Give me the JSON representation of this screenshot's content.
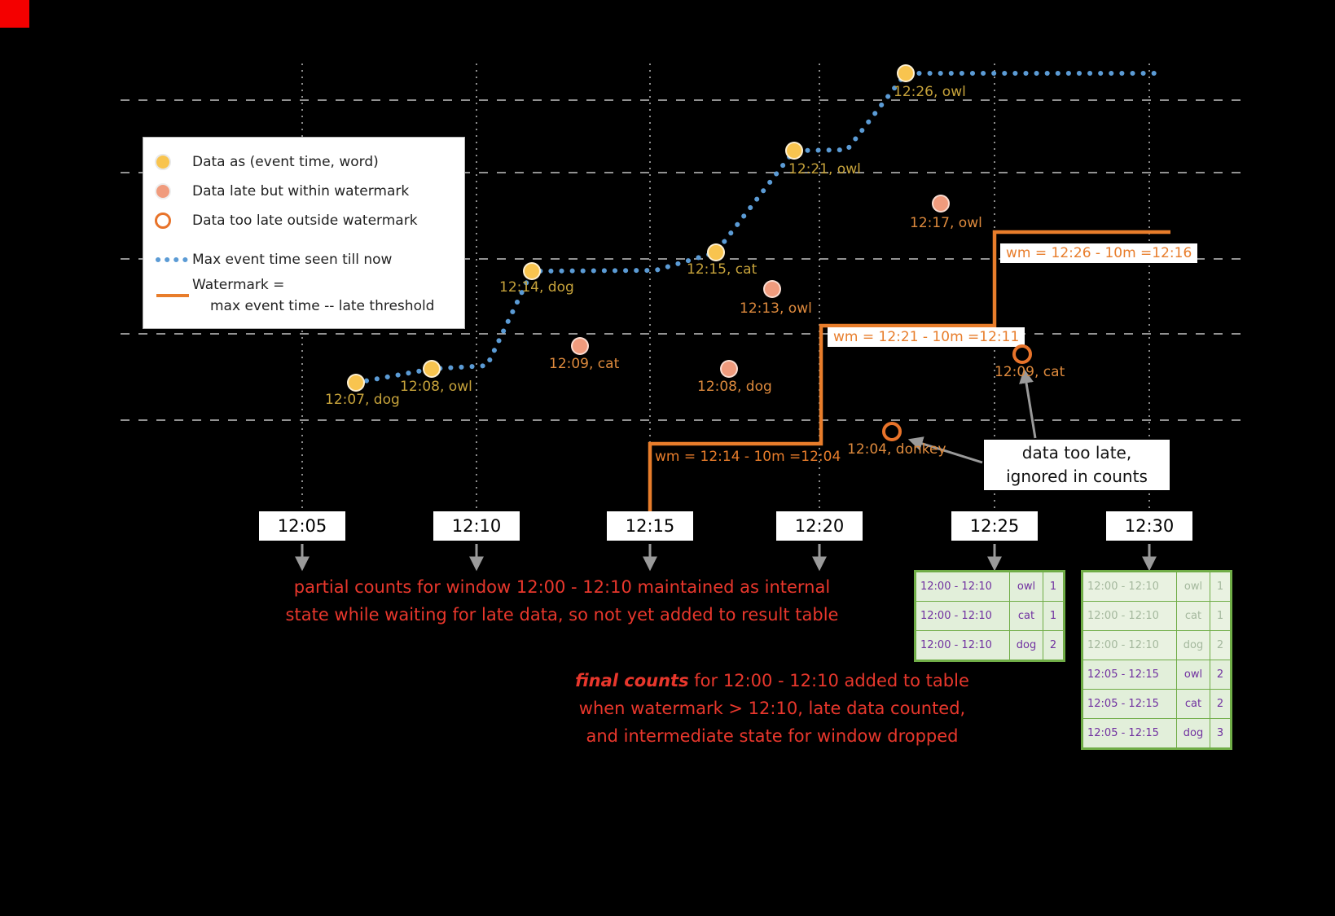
{
  "colors": {
    "background": "#000000",
    "on_time_dot": "#F8C44F",
    "late_dot": "#F09B7D",
    "too_late_ring": "#E8732A",
    "max_event_line": "#5B9BD5",
    "watermark_line": "#E87D2B",
    "on_time_label": "#C7A33B",
    "late_label": "#DE8A3D",
    "red_note": "#E8372C",
    "table_border": "#70AD47",
    "table_bg": "#E2EFDA",
    "table_text": "#7030A0"
  },
  "legend": {
    "items": [
      {
        "label": "Data as (event time, word)"
      },
      {
        "label": "Data late but within watermark"
      },
      {
        "label": "Data too late outside watermark"
      },
      {
        "label": "Max event time seen till now"
      },
      {
        "label": "Watermark =",
        "label_line2": "max event time -- late threshold"
      }
    ]
  },
  "points": {
    "on_time": [
      {
        "label": "12:07, dog"
      },
      {
        "label": "12:08, owl"
      },
      {
        "label": "12:14, dog"
      },
      {
        "label": "12:15, cat"
      },
      {
        "label": "12:21, owl"
      },
      {
        "label": "12:26, owl"
      }
    ],
    "late": [
      {
        "label": "12:09, cat"
      },
      {
        "label": "12:08, dog"
      },
      {
        "label": "12:13, owl"
      },
      {
        "label": "12:17, owl"
      }
    ],
    "too_late": [
      {
        "label": "12:04, donkey"
      },
      {
        "label": "12:09, cat"
      }
    ]
  },
  "watermark_labels": [
    "wm = 12:14 - 10m =12:04",
    "wm = 12:21 - 10m =12:11",
    "wm = 12:26 - 10m =12:16"
  ],
  "x_axis": {
    "ticks": [
      "12:05",
      "12:10",
      "12:15",
      "12:20",
      "12:25",
      "12:30"
    ]
  },
  "notes": {
    "partial_line1": "partial counts for window 12:00 - 12:10 maintained as internal",
    "partial_line2": "state while waiting for late data, so not yet added  to result table",
    "final_em": "final counts",
    "final_rest": " for 12:00 - 12:10 added to table",
    "final_line2": "when watermark > 12:10, late data counted,",
    "final_line3": "and intermediate state for window dropped",
    "too_late_line1": "data too late,",
    "too_late_line2": "ignored in counts"
  },
  "result_tables": {
    "t25": {
      "rows": [
        {
          "window": "12:00 - 12:10",
          "word": "owl",
          "count": "1"
        },
        {
          "window": "12:00 - 12:10",
          "word": "cat",
          "count": "1"
        },
        {
          "window": "12:00 - 12:10",
          "word": "dog",
          "count": "2"
        }
      ]
    },
    "t30": {
      "rows_old": [
        {
          "window": "12:00 - 12:10",
          "word": "owl",
          "count": "1"
        },
        {
          "window": "12:00 - 12:10",
          "word": "cat",
          "count": "1"
        },
        {
          "window": "12:00 - 12:10",
          "word": "dog",
          "count": "2"
        }
      ],
      "rows_new": [
        {
          "window": "12:05 - 12:15",
          "word": "owl",
          "count": "2"
        },
        {
          "window": "12:05 - 12:15",
          "word": "cat",
          "count": "2"
        },
        {
          "window": "12:05 - 12:15",
          "word": "dog",
          "count": "3"
        }
      ]
    }
  }
}
